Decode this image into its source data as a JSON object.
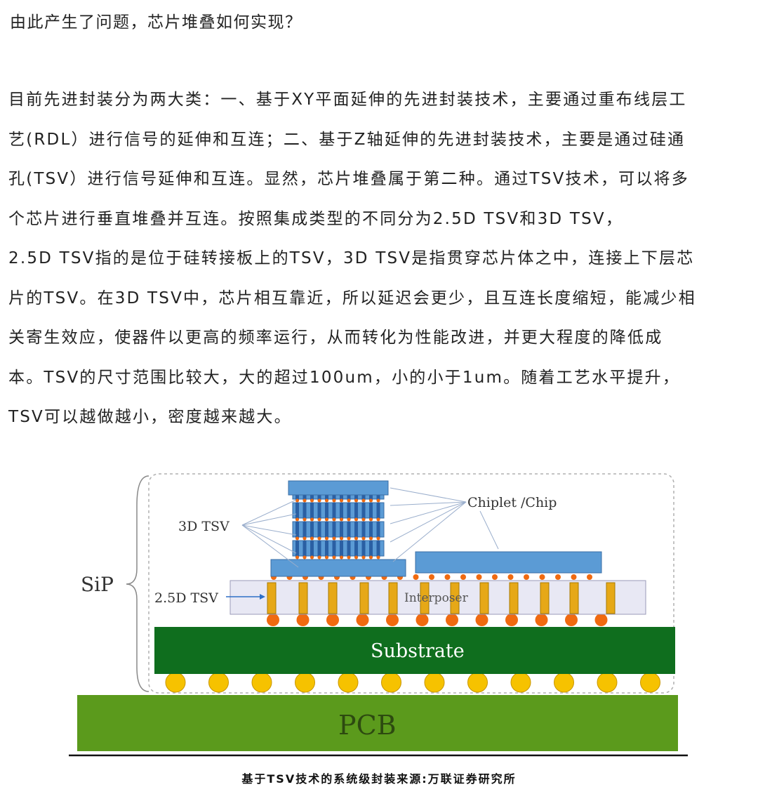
{
  "heading": "由此产生了问题，芯片堆叠如何实现？",
  "paragraph_lines": [
    "目前先进封装分为两大类：一、基于XY平面延伸的先进封装技术，主要通过重布线层工",
    "艺(RDL）进行信号的延伸和互连；二、基于Z轴延伸的先进封装技术，主要是通过硅通",
    "孔(TSV）进行信号延伸和互连。显然，芯片堆叠属于第二种。通过TSV技术，可以将多",
    "个芯片进行垂直堆叠并互连。按照集成类型的不同分为2.5D TSV和3D TSV，",
    "2.5D TSV指的是位于硅转接板上的TSV，3D TSV是指贯穿芯片体之中，连接上下层芯",
    "片的TSV。在3D TSV中，芯片相互靠近，所以延迟会更少，且互连长度缩短，能减少相",
    "关寄生效应，使器件以更高的频率运行，从而转化为性能改进，并更大程度的降低成",
    "本。TSV的尺寸范围比较大，大的超过100um，小的小于1um。随着工艺水平提升，",
    "TSV可以越做越小，密度越来越大。"
  ],
  "figure": {
    "label_sip": "SiP",
    "label_3d_tsv": "3D TSV",
    "label_25d_tsv": "2.5D TSV",
    "label_chiplet": "Chiplet /Chip",
    "label_interposer": "Interposer",
    "label_substrate": "Substrate",
    "label_pcb": "PCB",
    "colors": {
      "chip": "#5b9bd5",
      "interposer": "#e8e8f4",
      "tsv": "#e6a817",
      "bump": "#f06a10",
      "substrate": "#0f6e1e",
      "ball": "#f6c200",
      "pcb": "#5b9a1c"
    }
  },
  "caption": "基于TSV技术的系统级封装来源:万联证券研究所"
}
